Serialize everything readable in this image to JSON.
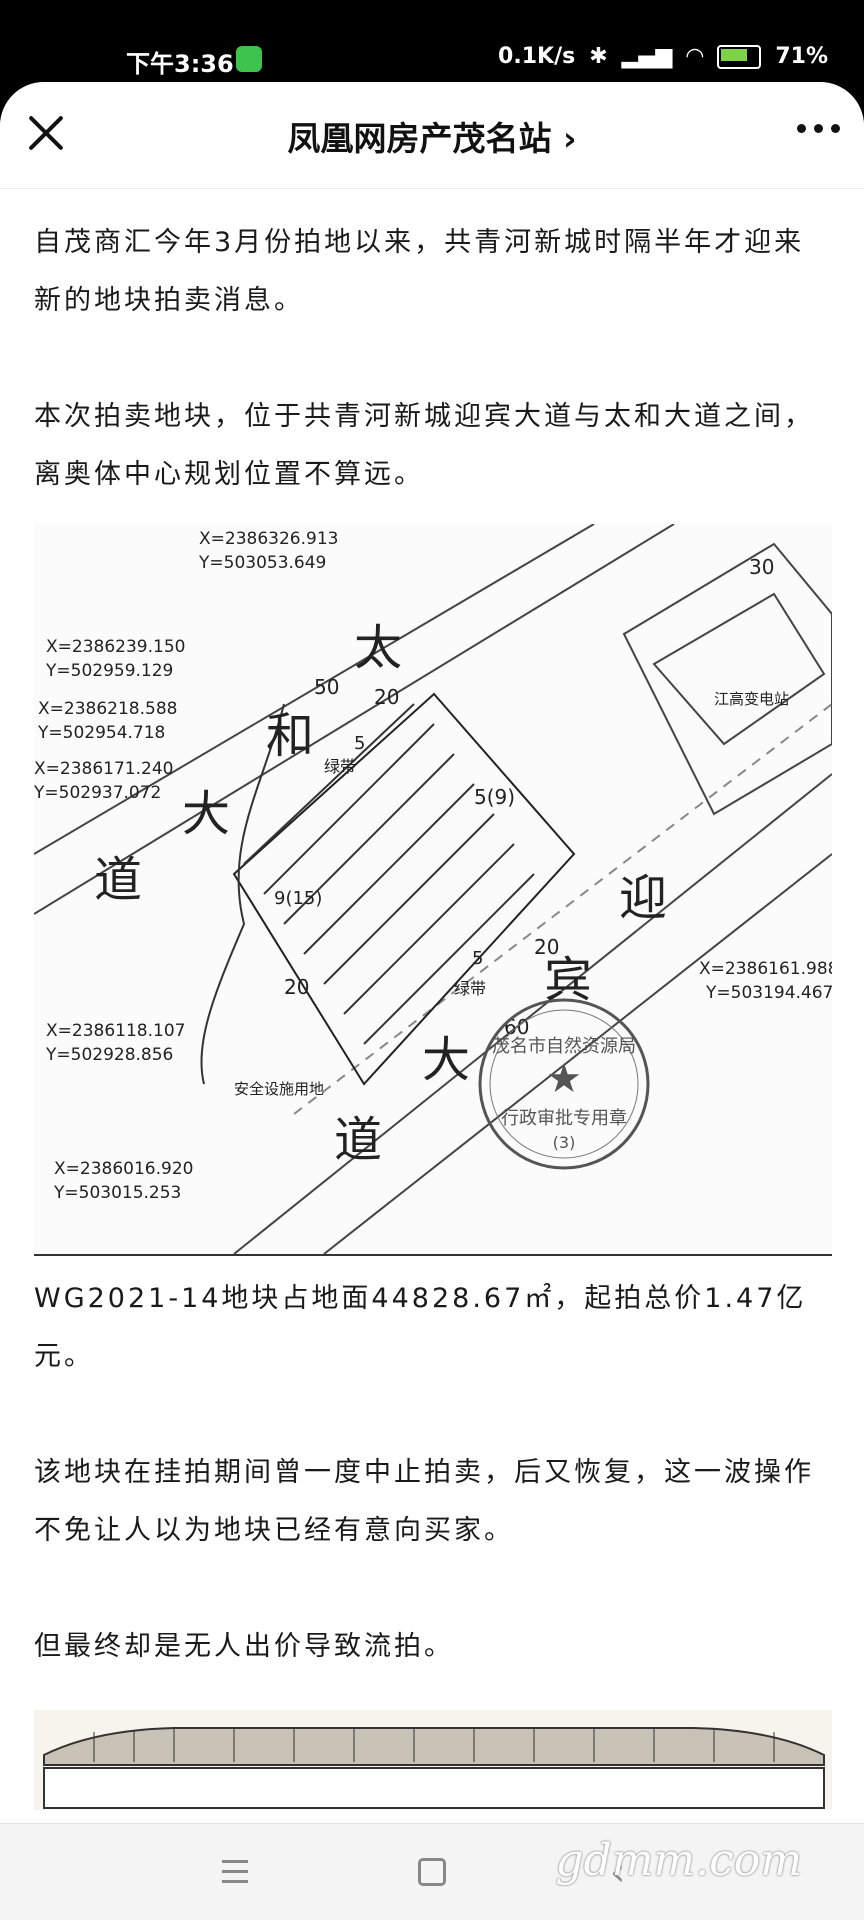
{
  "status": {
    "time": "下午3:36",
    "speed": "0.1K/s",
    "battery": "71%"
  },
  "header": {
    "title": "凤凰网房产茂名站",
    "arrow": "›"
  },
  "paragraphs": [
    "自茂商汇今年3月份拍地以来，共青河新城时隔半年才迎来新的地块拍卖消息。",
    "本次拍卖地块，位于共青河新城迎宾大道与太和大道之间，离奥体中心规划位置不算远。",
    "WG2021-14地块占地面44828.67㎡，起拍总价1.47亿元。",
    "该地块在挂拍期间曾一度中止拍卖，后又恢复，这一波操作不免让人以为地块已经有意向买家。",
    "但最终却是无人出价导致流拍。"
  ],
  "map": {
    "coords": [
      "X=2386326.913",
      "Y=503053.649",
      "X=2386239.150",
      "Y=502959.129",
      "X=2386218.588",
      "Y=502954.718",
      "X=2386171.240",
      "Y=502937.072",
      "X=2386161.988",
      "Y=503194.467",
      "X=2386118.107",
      "Y=502928.856",
      "X=2386016.920",
      "Y=503015.253"
    ],
    "road1": [
      "太",
      "和",
      "大",
      "道"
    ],
    "road2": [
      "迎",
      "宾",
      "大",
      "道"
    ],
    "dims": [
      "50",
      "20",
      "5",
      "5(9)",
      "9(15)",
      "20",
      "5",
      "20",
      "60",
      "30"
    ],
    "greenbelt": "绿带",
    "substation": "江高变电站",
    "safety": "安全设施用地",
    "seal_top": "茂名市自然资源局",
    "seal_bottom": "行政审批专用章",
    "seal_num": "(3)"
  },
  "watermark": "gdmm.com"
}
